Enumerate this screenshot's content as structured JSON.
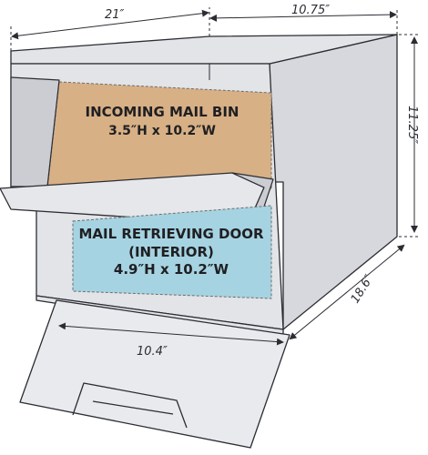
{
  "dimensions": {
    "width": "21″",
    "depth_top": "10.75″",
    "height": "11.25″",
    "depth_side": "18.6″",
    "door_width": "10.4″"
  },
  "incoming_bin": {
    "title": "INCOMING MAIL BIN",
    "size": "3.5″H x 10.2″W"
  },
  "retrieving_door": {
    "title_line1": "MAIL RETRIEVING DOOR",
    "title_line2": "(INTERIOR)",
    "size": "4.9″H x 10.2″W"
  },
  "colors": {
    "incoming_bin": "#d8b086",
    "retrieving_door": "#a6d3e2",
    "body": "#e2e4e8"
  }
}
